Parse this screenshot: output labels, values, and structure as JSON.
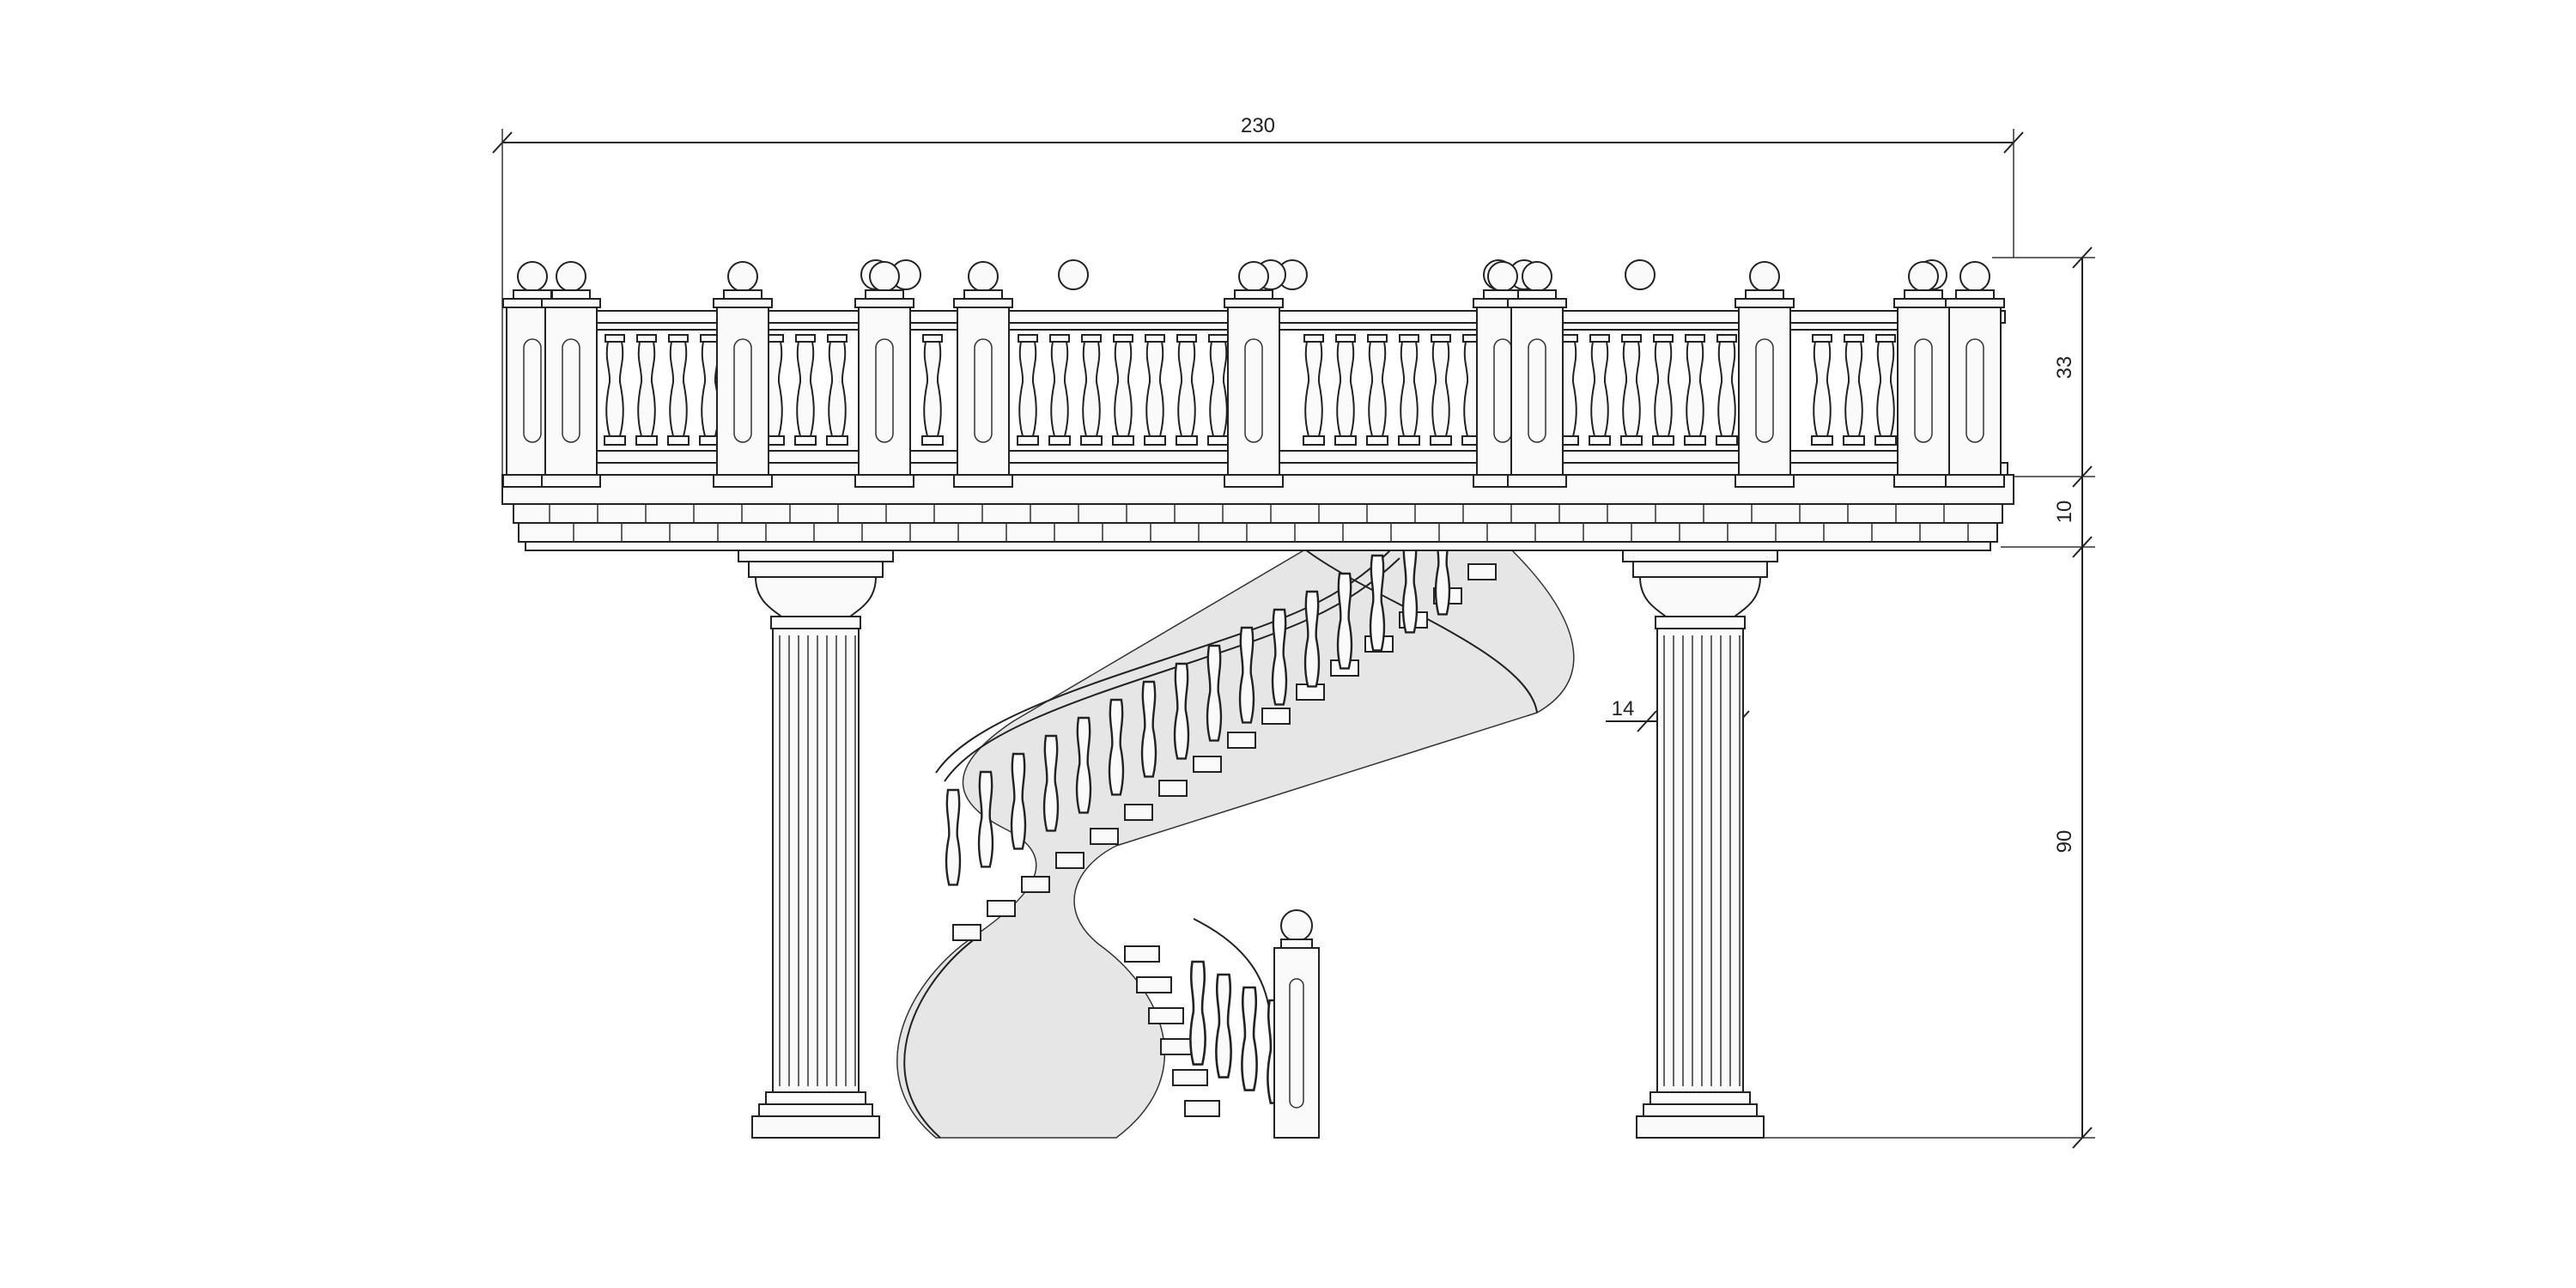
{
  "drawing": {
    "subject": "elevation-drawing",
    "dimensions": {
      "overall_width": "230",
      "balustrade_height": "33",
      "cornice_height": "10",
      "column_height": "90",
      "column_diameter": "14"
    },
    "colors": {
      "line": "#222222",
      "fill": "#fafafa",
      "shade": "#e6e6e6",
      "background": "#ffffff"
    }
  }
}
